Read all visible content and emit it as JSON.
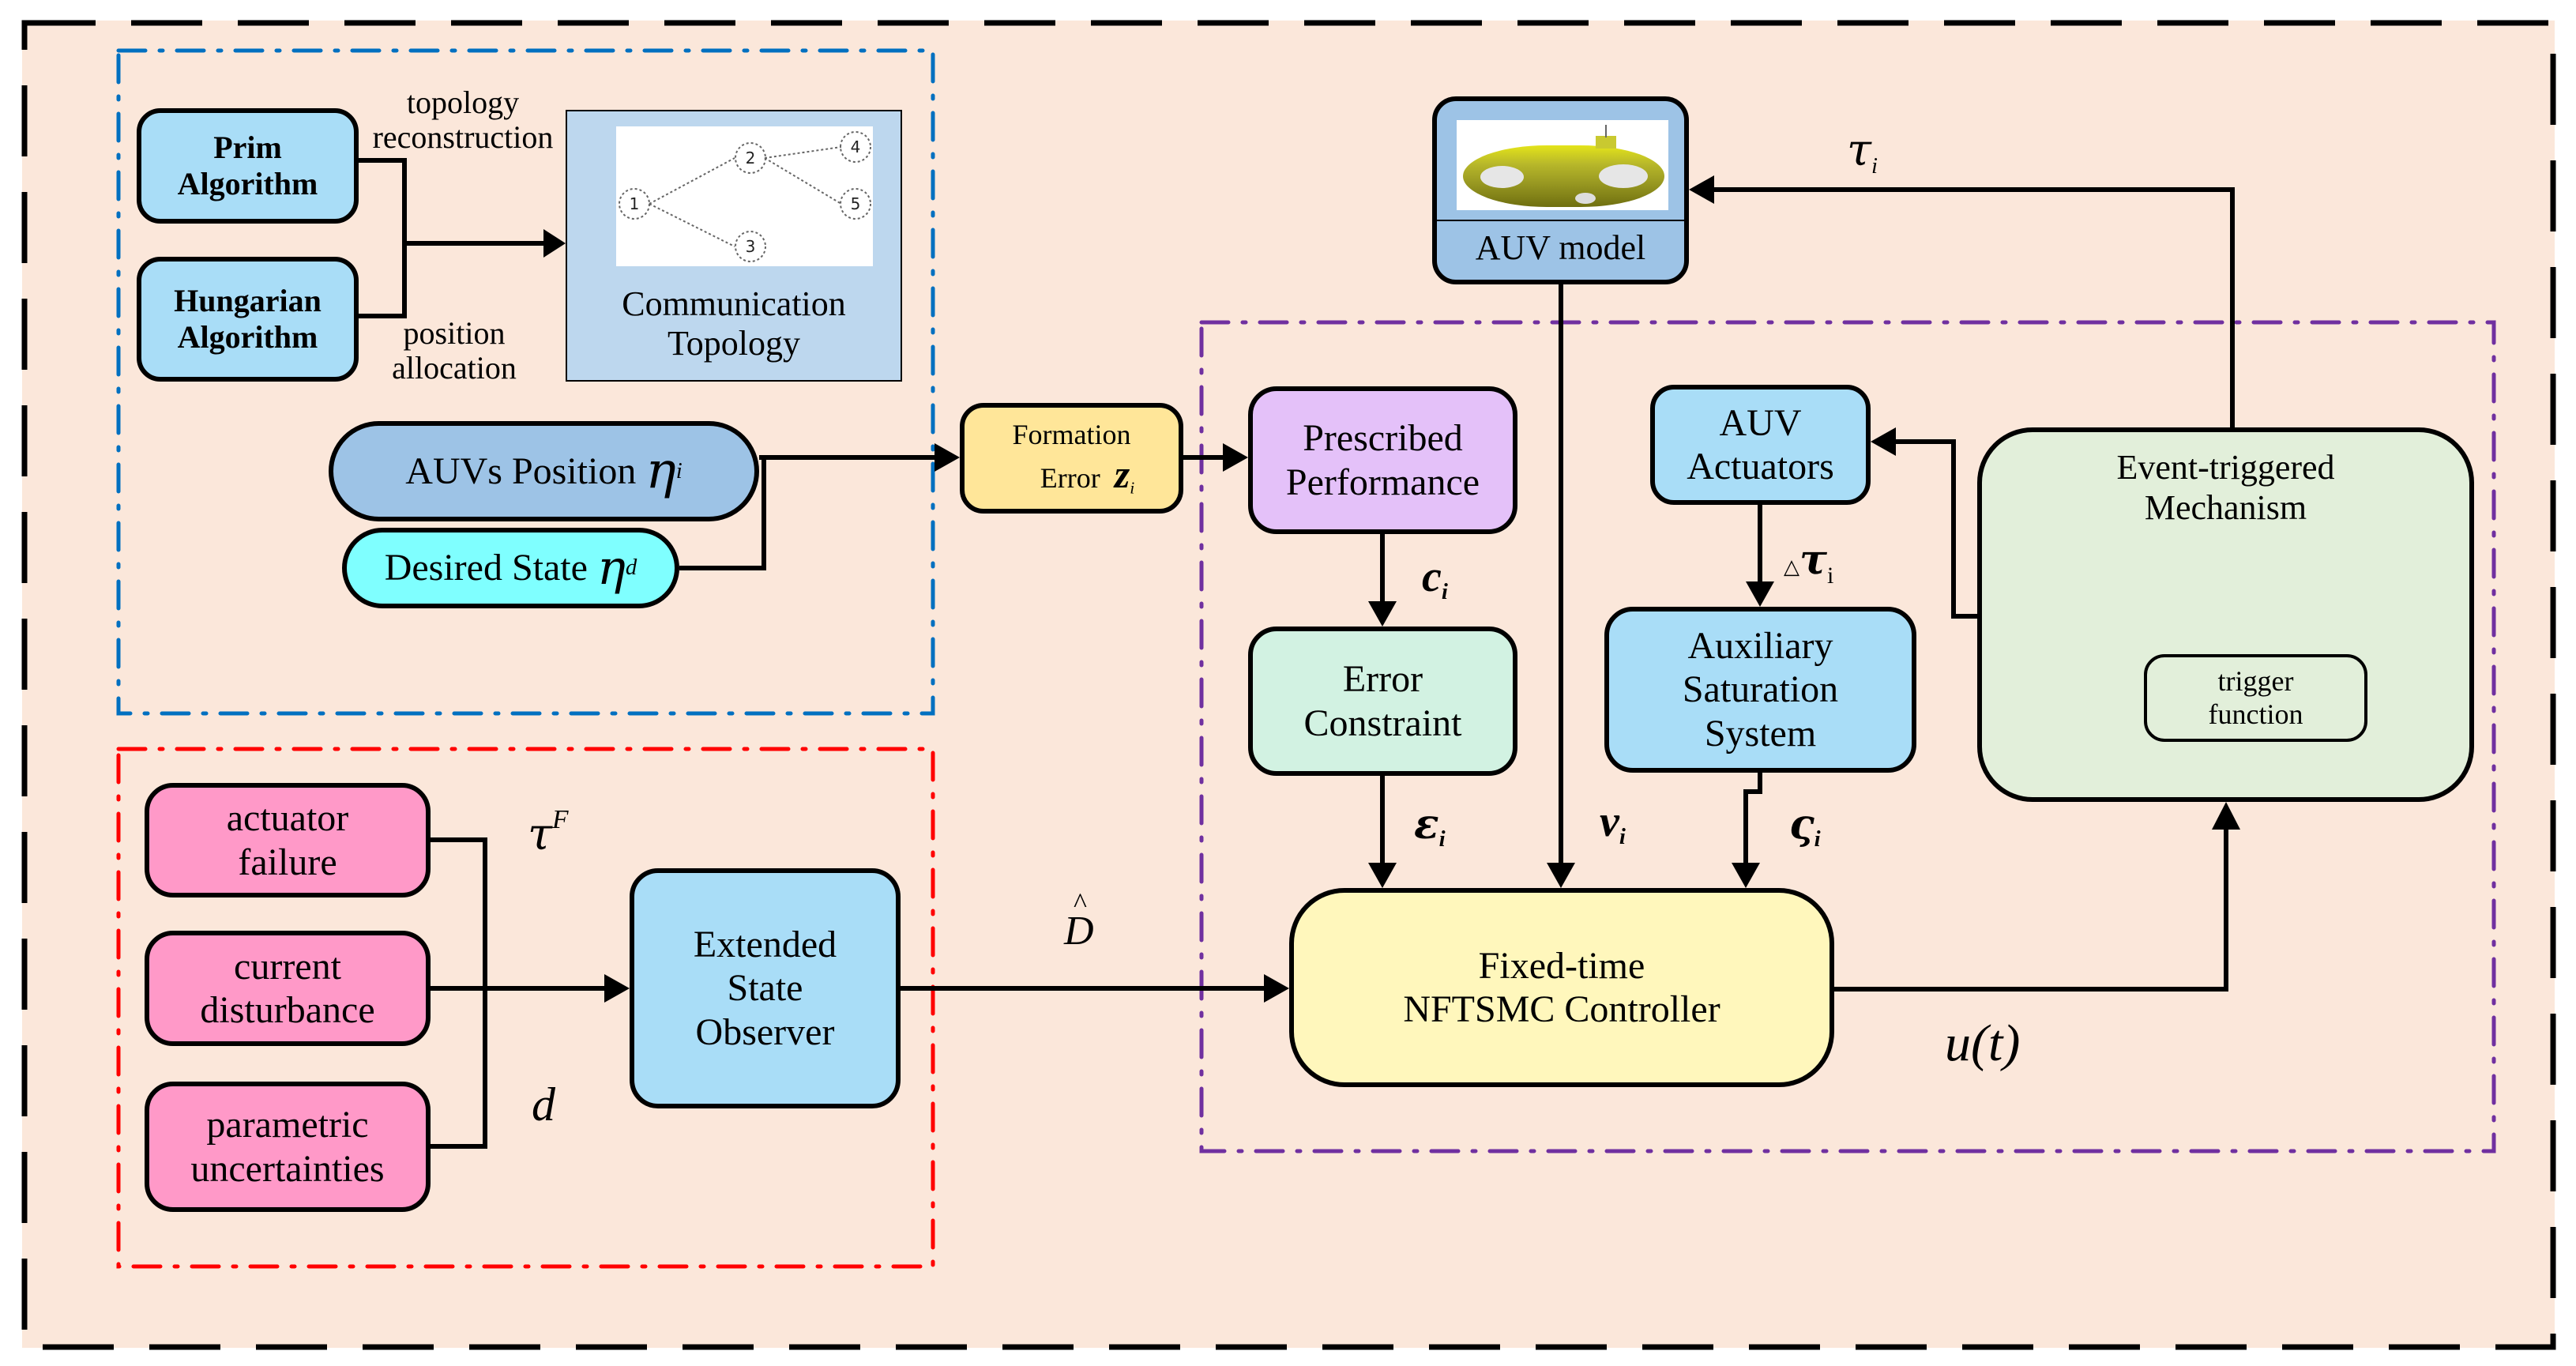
{
  "colors": {
    "background": "#FBE7DA",
    "topology_group_border": "#0070C0",
    "disturbance_group_border": "#FF0000",
    "controller_group_border": "#7030A0",
    "algorithm_box": "#A9DDF7",
    "comm_topology_box": "#BDD7EE",
    "auvs_position_box": "#9DC3E6",
    "desired_state_box": "#7FFFFF",
    "formation_error_box": "#FFE699",
    "prescribed_performance_box": "#E4C1F9",
    "error_constraint_box": "#D2F2E2",
    "actuators_box": "#A9DDF7",
    "event_triggered_box": "#E2EFDA",
    "controller_box": "#FFF7BC",
    "disturbance_box": "#FF99C8",
    "auv_model_box": "#9DC3E6"
  },
  "topology_group": {
    "prim": [
      "Prim",
      "Algorithm"
    ],
    "hungarian": [
      "Hungarian",
      "Algorithm"
    ],
    "topology_reconstruction": [
      "topology",
      "reconstruction"
    ],
    "position_allocation": [
      "position",
      "allocation"
    ],
    "comm_topology": [
      "Communication",
      "Topology"
    ],
    "graph_nodes": [
      "1",
      "2",
      "3",
      "4",
      "5"
    ],
    "graph_edges": [
      [
        "1",
        "2"
      ],
      [
        "1",
        "3"
      ],
      [
        "2",
        "4"
      ],
      [
        "2",
        "5"
      ]
    ],
    "auvs_position": {
      "text": "AUVs Position",
      "symbol": "η",
      "subscript": "i"
    },
    "desired_state": {
      "text": "Desired State",
      "symbol": "η",
      "subscript": "d"
    }
  },
  "formation_error": {
    "line1": "Formation",
    "line2": "Error",
    "symbol": "z",
    "subscript": "i"
  },
  "auv_model": {
    "label": "AUV model",
    "image": "auv-vehicle-picture"
  },
  "signals": {
    "tau_i": {
      "symbol": "τ",
      "subscript": "i"
    },
    "c_i": {
      "symbol": "c",
      "subscript": "i"
    },
    "epsilon_i": {
      "symbol": "ε",
      "subscript": "i"
    },
    "v_i": {
      "symbol": "v",
      "subscript": "i"
    },
    "varsigma_i": {
      "symbol": "ς",
      "subscript": "i"
    },
    "delta_tau_i": {
      "prefix": "△",
      "symbol": "τ",
      "subscript": "i"
    },
    "tau_F": {
      "symbol": "τ",
      "superscript": "F"
    },
    "d": {
      "symbol": "d"
    },
    "D_hat": {
      "symbol": "D",
      "accent": "^"
    },
    "u_t": {
      "symbol": "u",
      "arg": "(t)"
    }
  },
  "controller_group": {
    "prescribed_performance": [
      "Prescribed",
      "Performance"
    ],
    "error_constraint": [
      "Error",
      "Constraint"
    ],
    "auv_actuators": [
      "AUV",
      "Actuators"
    ],
    "auxiliary_saturation": [
      "Auxiliary",
      "Saturation",
      "System"
    ],
    "event_triggered": [
      "Event-triggered",
      "Mechanism"
    ],
    "trigger_function": [
      "trigger",
      "function"
    ],
    "controller": [
      "Fixed-time",
      "NFTSMC Controller"
    ]
  },
  "disturbance_group": {
    "actuator_failure": [
      "actuator",
      "failure"
    ],
    "current_disturbance": [
      "current",
      "disturbance"
    ],
    "parametric_uncertainties": [
      "parametric",
      "uncertainties"
    ],
    "observer": [
      "Extended",
      "State",
      "Observer"
    ]
  }
}
